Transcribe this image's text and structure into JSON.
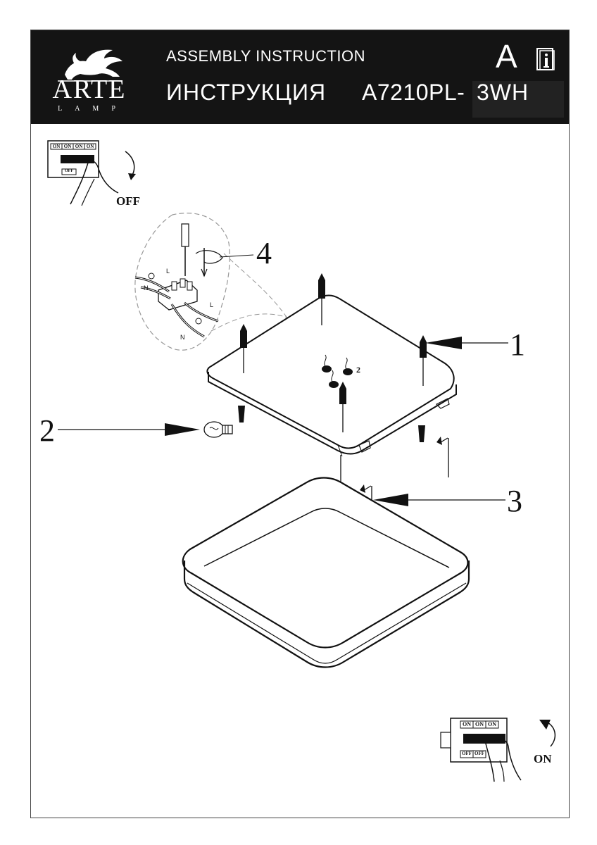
{
  "header": {
    "brand": "ARTE",
    "brand_sub": "LAMP",
    "title_en": "ASSEMBLY INSTRUCTION",
    "title_ru": "ИНСТРУКЦИЯ",
    "model_prefix": "A7210PL-",
    "model_suffix": "3WH",
    "badge_letter": "A",
    "badge_icon": "info-book-icon"
  },
  "switches": {
    "off_label": "OFF",
    "on_label": "ON",
    "switch_on_text": "ON",
    "switch_off_text": "OFF"
  },
  "callouts": {
    "step1": "1",
    "step2": "2",
    "step3": "3",
    "step4": "4",
    "screw_count": "2"
  },
  "wiring": {
    "live": "L",
    "neutral": "N"
  },
  "colors": {
    "header_bg": "#141414",
    "line": "#111111",
    "dashed": "#888888"
  }
}
